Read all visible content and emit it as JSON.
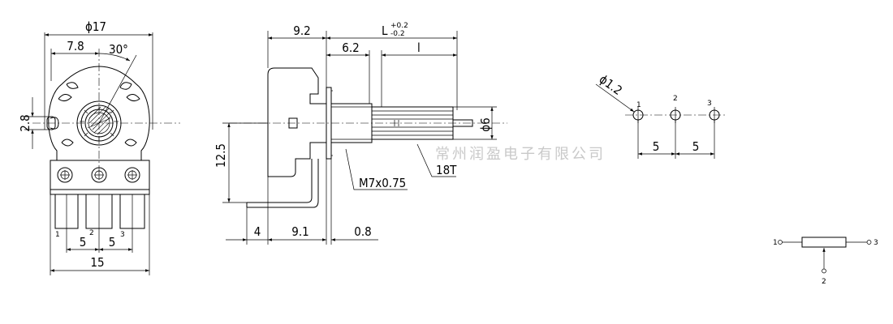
{
  "front_view": {
    "dia": "ϕ17",
    "offset": "7.8",
    "angle": "30°",
    "height": "2.8",
    "pitch_left": "5",
    "pitch_right": "5",
    "width": "15",
    "pin1": "1",
    "pin2": "2",
    "pin3": "3"
  },
  "side_view": {
    "body_len": "9.2",
    "total_len": "L",
    "tol_plus": "+0.2",
    "tol_minus": "-0.2",
    "bushing_len": "6.2",
    "shaft_len": "l",
    "shaft_dia": "ϕ6",
    "body_h": "12.5",
    "thread": "M7x0.75",
    "knurl": "18T",
    "foot": "4",
    "pin_dist": "9.1",
    "plate": "0.8"
  },
  "pcb_layout": {
    "hole_dia": "ϕ1.2",
    "pitch_a": "5",
    "pitch_b": "5",
    "p1": "1",
    "p2": "2",
    "p3": "3"
  },
  "schematic": {
    "p1": "1",
    "p2": "2",
    "p3": "3"
  },
  "watermark": "常州润盈电子有限公司"
}
